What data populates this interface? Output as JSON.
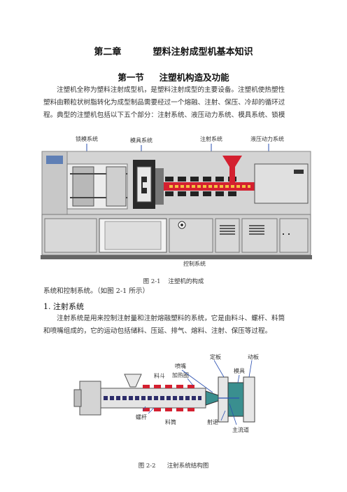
{
  "chapter_title": "第二章          塑料注射成型机基本知识",
  "section_title": "第一节     注塑机构造及功能",
  "intro_lines": [
    "注塑机全称为塑料注射成型机，是塑料注射成型的主要设备。注塑机使热塑性",
    "塑料由颗粒状树脂转化为成型制品需要经过一个熔融、注射、保压、冷却的循环过",
    "程。典型的注塑机包括以下五个部分：注射系统、液压动力系统、模具系统、锁模"
  ],
  "fig1": {
    "labels": {
      "clamping": "锁模系统",
      "mold": "模具系统",
      "injection": "注射系统",
      "hydraulic": "液压动力系统",
      "control": "控制系统"
    },
    "caption": "图 2-1    注塑机的构成"
  },
  "para_cont": "系统和控制系统。（如图 2-1 所示）",
  "sub_heading": "1.  注射系统",
  "injection_lines": [
    "注射系统是用来控制注射量和注射熔融塑料的系统，它是由料斗、螺杆、料筒",
    "和喷嘴组成的，它的运动包括储料、压延、排气、熔料、注射、保压等过程。"
  ],
  "fig2": {
    "labels": {
      "fixed_plate": "定板",
      "moving_plate": "动板",
      "nozzle": "喷嘴",
      "heater": "加热圈",
      "hopper": "料斗",
      "mold": "模具",
      "screw": "螺杆",
      "barrel": "料筒",
      "retreat": "射退",
      "sprue": "主流道"
    },
    "caption": "图 2-2      注射系统结构图"
  },
  "colors": {
    "machine_body": "#d4d4d4",
    "barrel_red": "#d42030",
    "label_blue": "#2a4fb0"
  }
}
